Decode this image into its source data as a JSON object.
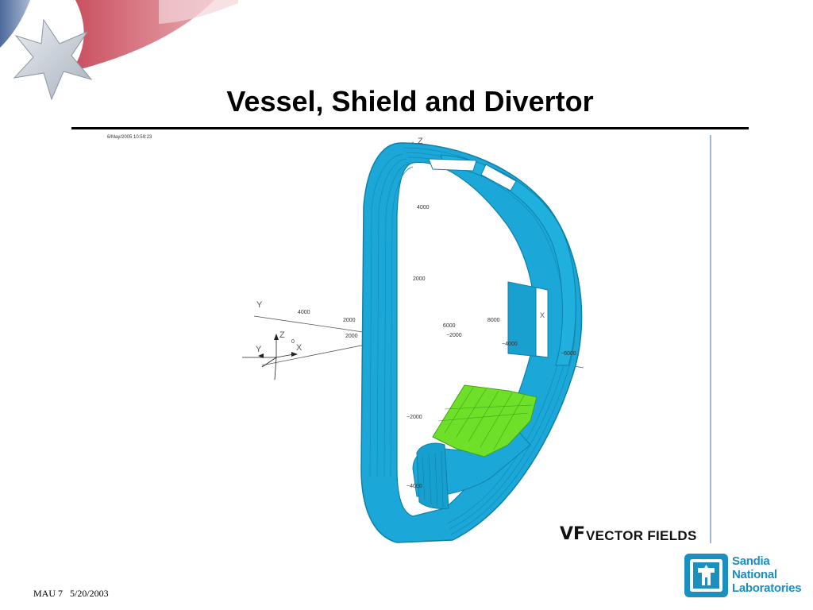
{
  "slide": {
    "title": "Vessel, Shield and Divertor",
    "footer_id": "MAU 7",
    "footer_date": "5/20/2003"
  },
  "figure": {
    "timestamp": "6/May/2005 10:59:23",
    "vessel_color": "#1aa9d6",
    "divertor_color": "#66dd22",
    "axis_labels": {
      "z": "Z",
      "y": "Y",
      "x": "X",
      "z_ticks": [
        "4000",
        "2000",
        "−2000",
        "−4000"
      ],
      "y_ticks": [
        "4000",
        "2000",
        "2000"
      ],
      "x_ticks": [
        "6000",
        "8000",
        "−2000",
        "−4000",
        "−6000"
      ],
      "origin": "0"
    },
    "triad": {
      "z": "Z",
      "y": "Y",
      "x": "X"
    }
  },
  "vector_fields_logo": {
    "mark": "VF",
    "text": "VECTOR FIELDS"
  },
  "sandia_logo": {
    "line1": "Sandia",
    "line2": "National",
    "line3": "Laboratories",
    "color": "#1a8fc0"
  }
}
